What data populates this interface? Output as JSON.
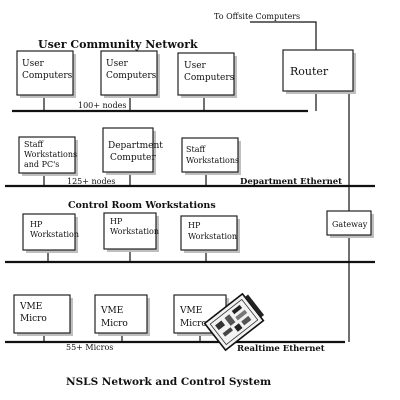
{
  "offsite_label": "To Offsite Computers",
  "sections": {
    "user": {
      "title": "User Community Network",
      "note": "100+ nodes"
    },
    "dept": {
      "bus_label": "Department Ethernet",
      "note": "125+ nodes"
    },
    "control": {
      "title": "Control Room Workstations"
    },
    "realtime": {
      "bus_label": "Realtime Ethernet",
      "note": "55+ Micros"
    }
  },
  "boxes": {
    "user1": [
      "User",
      "Computers"
    ],
    "user2": [
      "User",
      "Computers"
    ],
    "user3": [
      "User",
      "Computers"
    ],
    "router": [
      "Router"
    ],
    "staff1": [
      "Staff",
      "Workstations",
      "and PC's"
    ],
    "dept": [
      "Department",
      "Computer"
    ],
    "staff2": [
      "Staff",
      "Workstations"
    ],
    "hp1": [
      "HP",
      "Workstation"
    ],
    "hp2": [
      "HP",
      "Workstation"
    ],
    "hp3": [
      "HP",
      "Workstation"
    ],
    "gateway": [
      "Gateway"
    ],
    "vme1": [
      "VME",
      "Micro"
    ],
    "vme2": [
      "VME",
      "Micro"
    ],
    "vme3": [
      "VME",
      "Micro"
    ]
  },
  "caption": "NSLS Network and Control System"
}
